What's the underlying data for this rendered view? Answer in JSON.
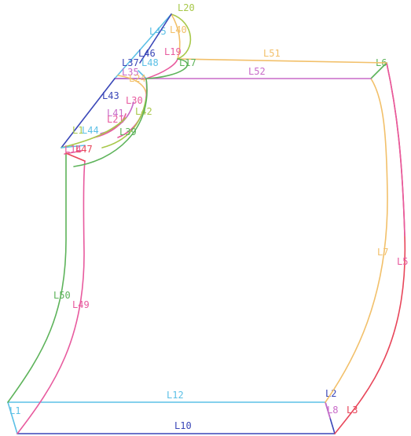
{
  "colors": {
    "cyan": "#5cc0e6",
    "blue": "#3a47b8",
    "green": "#5db35a",
    "yellowgreen": "#a8c84a",
    "orange": "#f2c06a",
    "magenta": "#c86ac8",
    "pink": "#e85a9e",
    "red": "#e8465a",
    "background": "#ffffff"
  },
  "edges": [
    {
      "label": "L1",
      "color": "cyan"
    },
    {
      "label": "L12",
      "color": "cyan"
    },
    {
      "label": "L10",
      "color": "blue"
    },
    {
      "label": "L2",
      "color": "blue"
    },
    {
      "label": "L8",
      "color": "magenta"
    },
    {
      "label": "L3",
      "color": "red"
    },
    {
      "label": "L7",
      "color": "orange"
    },
    {
      "label": "L5",
      "color": "pink"
    },
    {
      "label": "L6",
      "color": "green"
    },
    {
      "label": "L51",
      "color": "orange"
    },
    {
      "label": "L52",
      "color": "magenta"
    },
    {
      "label": "L50",
      "color": "green"
    },
    {
      "label": "L49",
      "color": "pink"
    },
    {
      "label": "L20",
      "color": "yellowgreen"
    },
    {
      "label": "L45",
      "color": "cyan"
    },
    {
      "label": "L40",
      "color": "orange"
    },
    {
      "label": "L46",
      "color": "blue"
    },
    {
      "label": "L19",
      "color": "pink"
    },
    {
      "label": "L17",
      "color": "green"
    },
    {
      "label": "L37",
      "color": "blue"
    },
    {
      "label": "L48",
      "color": "cyan"
    },
    {
      "label": "L35",
      "color": "magenta"
    },
    {
      "label": "L24",
      "color": "orange"
    },
    {
      "label": "L43",
      "color": "blue"
    },
    {
      "label": "L30",
      "color": "pink"
    },
    {
      "label": "L41",
      "color": "magenta"
    },
    {
      "label": "L21",
      "color": "pink"
    },
    {
      "label": "L42",
      "color": "yellowgreen"
    },
    {
      "label": "L39",
      "color": "green"
    },
    {
      "label": "L1",
      "color": "yellowgreen"
    },
    {
      "label": "L44",
      "color": "cyan"
    },
    {
      "label": "L14",
      "color": "pink"
    },
    {
      "label": "L47",
      "color": "red"
    }
  ]
}
